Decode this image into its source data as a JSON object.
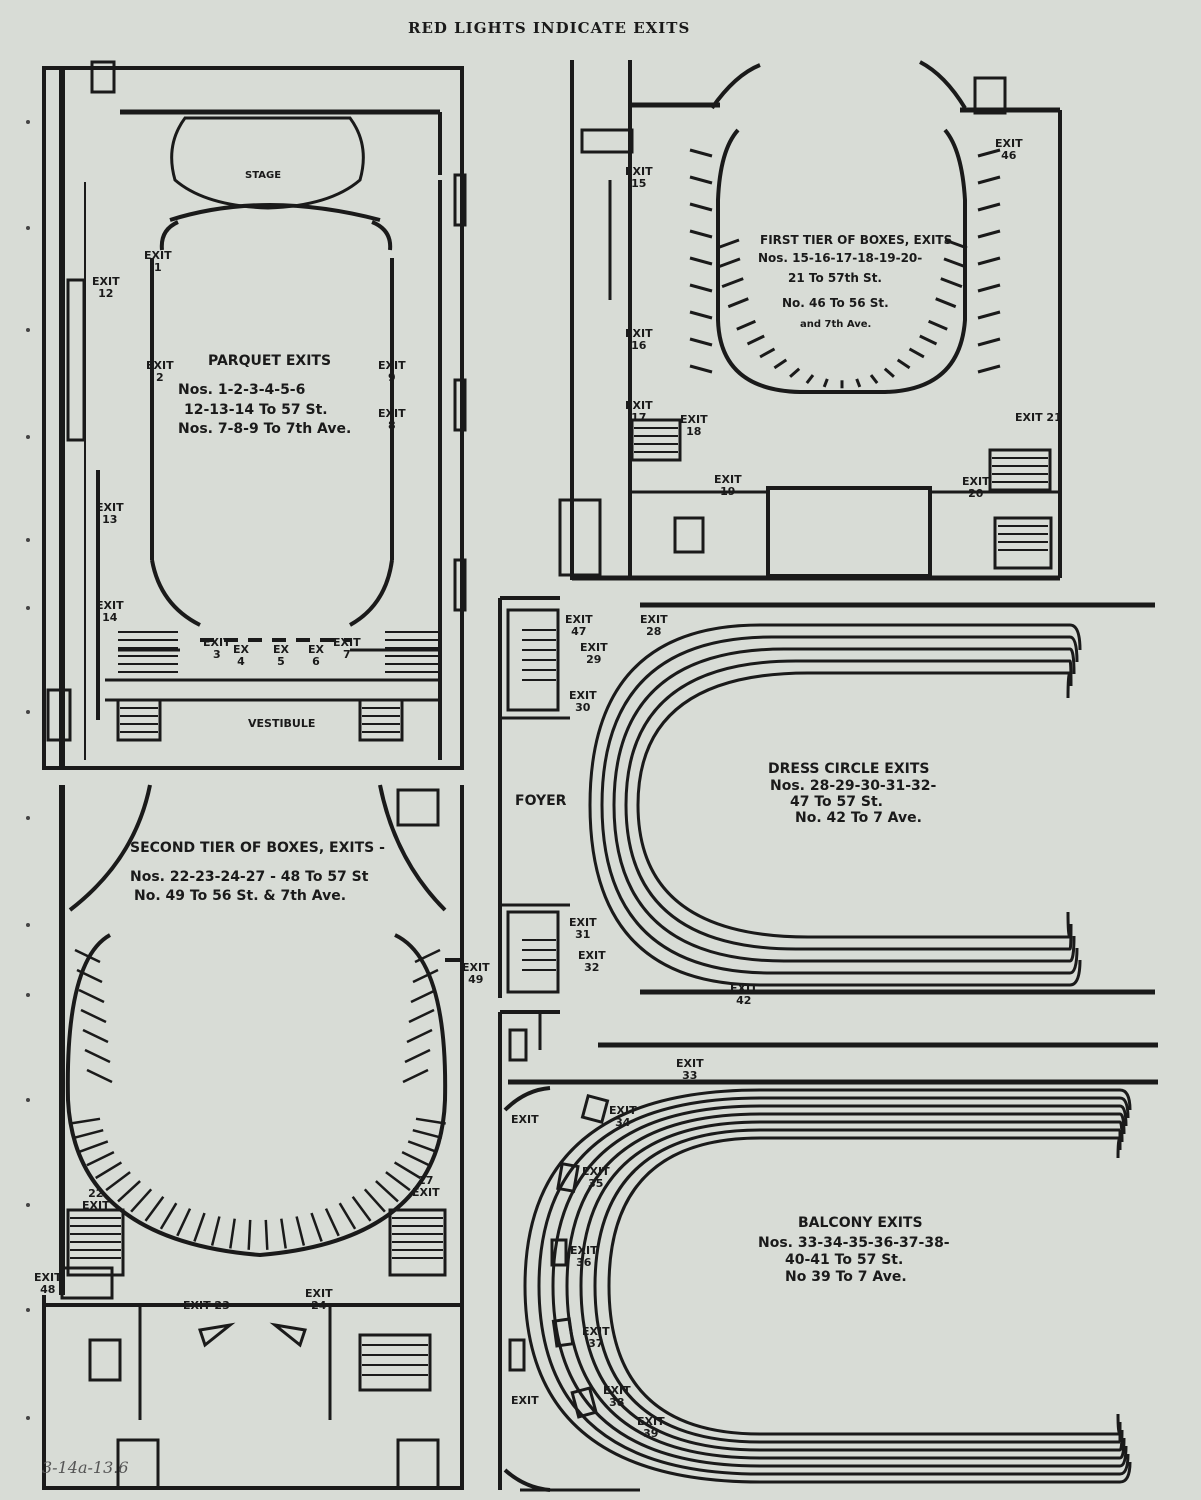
{
  "header": {
    "title": "RED LIGHTS INDICATE EXITS"
  },
  "parquet": {
    "stage": "STAGE",
    "vestibule": "VESTIBULE",
    "heading": "PARQUET EXITS",
    "line1": "Nos. 1-2-3-4-5-6",
    "line2": "12-13-14 To 57 St.",
    "line3": "Nos. 7-8-9 To 7th Ave.",
    "exits": {
      "e1": [
        "EXIT",
        "1"
      ],
      "e2": [
        "EXIT",
        "2"
      ],
      "e9": [
        "EXIT",
        "9"
      ],
      "e8": [
        "EXIT",
        "8"
      ],
      "e12": [
        "EXIT",
        "12"
      ],
      "e13": [
        "EXIT",
        "13"
      ],
      "e14": [
        "EXIT",
        "14"
      ],
      "e3": [
        "EXIT",
        "3"
      ],
      "e4": [
        "EX",
        "4"
      ],
      "e5": [
        "EX",
        "5"
      ],
      "e6": [
        "EX",
        "6"
      ],
      "e7": [
        "EXIT",
        "7"
      ]
    }
  },
  "first_tier": {
    "heading": "FIRST TIER OF BOXES, EXITS",
    "line1": "Nos. 15-16-17-18-19-20-",
    "line2": "21 To 57th St.",
    "line3": "No. 46 To 56 St.",
    "line4": "and 7th Ave.",
    "exits": {
      "e15": [
        "EXIT",
        "15"
      ],
      "e16": [
        "EXIT",
        "16"
      ],
      "e17": [
        "EXIT",
        "17"
      ],
      "e18": [
        "EXIT",
        "18"
      ],
      "e19": [
        "EXIT",
        "19"
      ],
      "e20": [
        "EXIT",
        "20"
      ],
      "e21": [
        "EXIT 21",
        ""
      ],
      "e46": [
        "EXIT",
        "46"
      ]
    }
  },
  "dress_circle": {
    "foyer": "FOYER",
    "heading": "DRESS CIRCLE EXITS",
    "line1": "Nos. 28-29-30-31-32-",
    "line2": "47 To 57 St.",
    "line3": "No. 42 To 7 Ave.",
    "exits": {
      "e47": [
        "EXIT",
        "47"
      ],
      "e28": [
        "EXIT",
        "28"
      ],
      "e29": [
        "EXIT",
        "29"
      ],
      "e30": [
        "EXIT",
        "30"
      ],
      "e31": [
        "EXIT",
        "31"
      ],
      "e32": [
        "EXIT",
        "32"
      ],
      "e42": [
        "EXIT",
        "42"
      ]
    }
  },
  "second_tier": {
    "heading": "SECOND TIER OF BOXES, EXITS -",
    "line1": "Nos. 22-23-24-27 - 48 To 57 St",
    "line2": "No. 49 To 56 St. & 7th Ave.",
    "exits": {
      "e49": [
        "EXIT",
        "49"
      ],
      "e22": [
        "22",
        "EXIT"
      ],
      "e27": [
        "27",
        "EXIT"
      ],
      "e48": [
        "EXIT",
        "48"
      ],
      "e23": [
        "EXIT 23",
        ""
      ],
      "e24": [
        "EXIT",
        "24"
      ]
    }
  },
  "balcony": {
    "heading": "BALCONY EXITS",
    "line1": "Nos. 33-34-35-36-37-38-",
    "line2": "40-41 To 57 St.",
    "line3": "No 39 To 7 Ave.",
    "exits": {
      "e33": [
        "EXIT",
        "33"
      ],
      "e34": [
        "EXIT",
        "34"
      ],
      "e35": [
        "EXIT",
        "35"
      ],
      "e36": [
        "EXIT",
        "36"
      ],
      "e37": [
        "EXIT",
        "37"
      ],
      "e38": [
        "EXIT",
        "38"
      ],
      "e39": [
        "EXIT",
        "39"
      ],
      "ea": [
        "EXIT",
        ""
      ],
      "eb": [
        "EXIT",
        ""
      ]
    }
  },
  "annotation": "3-14a-13.6",
  "colors": {
    "paper": "#d8dcd6",
    "ink": "#1a1a1a"
  }
}
